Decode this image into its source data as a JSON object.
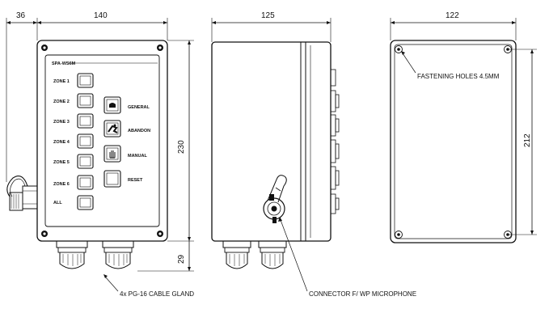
{
  "dimensions": {
    "d36": "36",
    "d140": "140",
    "d125": "125",
    "d122": "122",
    "d230": "230",
    "d29": "29",
    "d212": "212"
  },
  "front_panel": {
    "model": "SPA-WS6M",
    "zones": [
      "ZONE 1",
      "ZONE 2",
      "ZONE 3",
      "ZONE 4",
      "ZONE 5",
      "ZONE 6",
      "ALL"
    ],
    "functions": [
      "GENERAL",
      "ABANDON",
      "MANUAL",
      "RESET"
    ]
  },
  "callouts": {
    "cable_gland": "4x PG-16 CABLE GLAND",
    "connector": "CONNECTOR F/ WP MICROPHONE",
    "fastening": "FASTENING HOLES 4.5MM"
  }
}
